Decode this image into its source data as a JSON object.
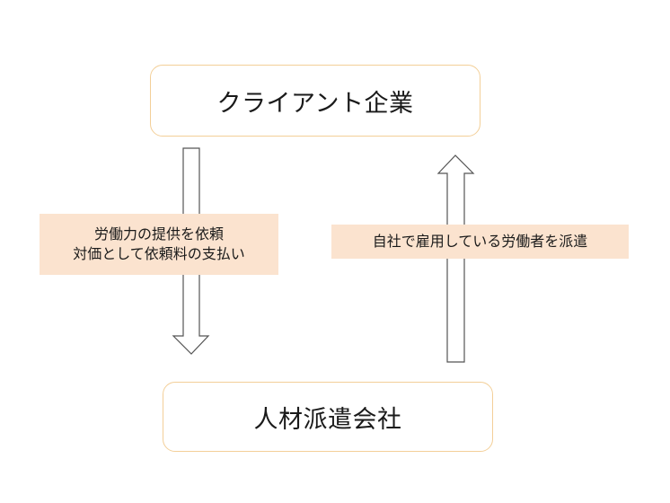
{
  "nodes": {
    "client": "クライアント企業",
    "agency": "人材派遣会社"
  },
  "edges": {
    "client_to_agency": {
      "line1": "労働力の提供を依頼",
      "line2": "対価として依頼料の支払い"
    },
    "agency_to_client": {
      "text": "自社で雇用している労働者を派遣"
    }
  },
  "colors": {
    "node_border": "#f3cf98",
    "label_fill": "#fbe3cf",
    "arrow_stroke": "#555555"
  }
}
